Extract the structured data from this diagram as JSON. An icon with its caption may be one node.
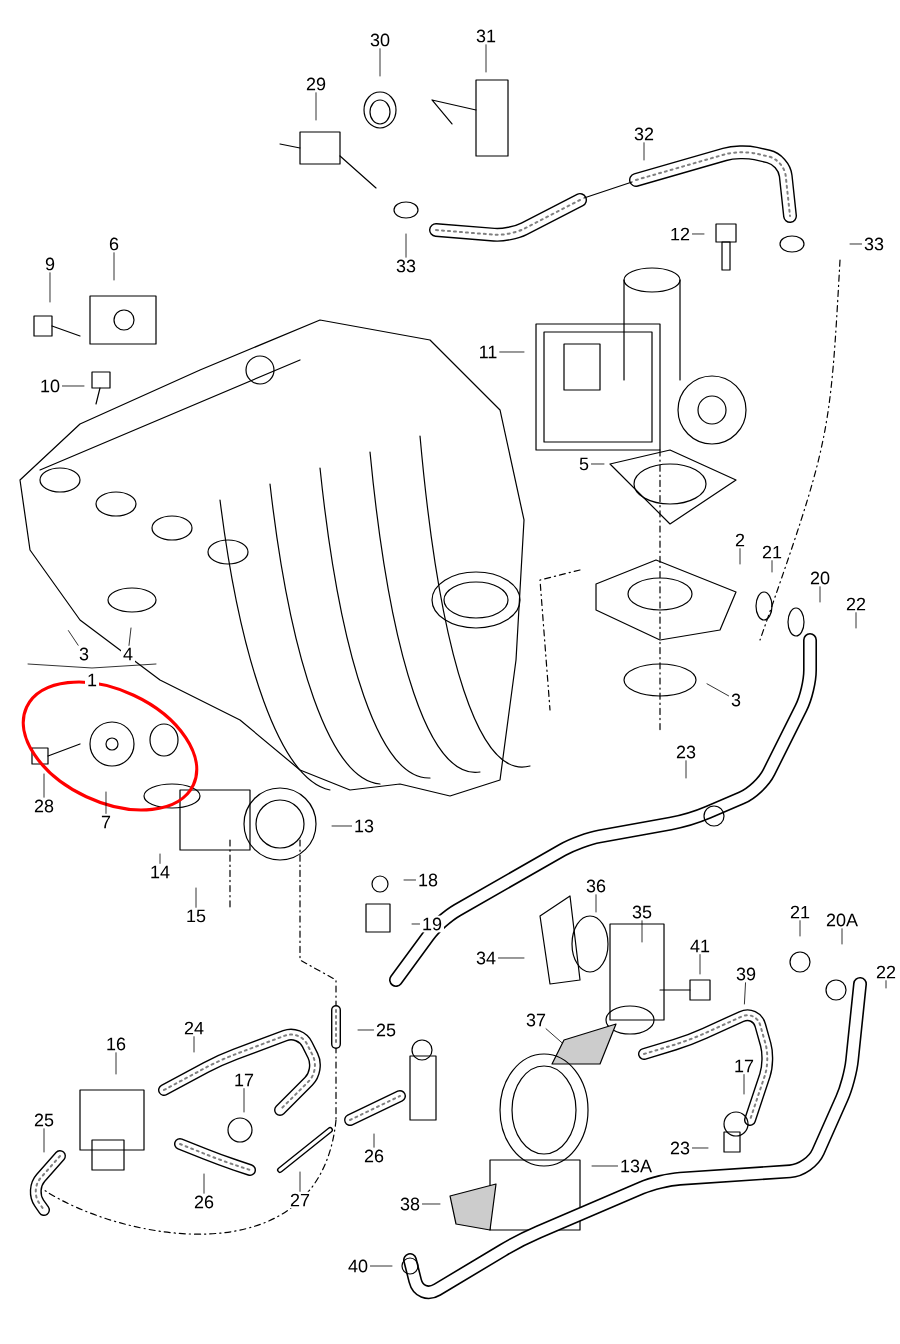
{
  "diagram": {
    "nodes": [
      {
        "text": [
          "30"
        ]
      },
      {
        "text": [
          "31"
        ]
      },
      {
        "text": [
          "29"
        ]
      },
      {
        "text": [
          "32"
        ]
      },
      {
        "text": [
          "33"
        ]
      },
      {
        "text": [
          "12"
        ]
      },
      {
        "text": [
          "33"
        ]
      },
      {
        "text": [
          "6"
        ]
      },
      {
        "text": [
          "9"
        ]
      },
      {
        "text": [
          "11"
        ]
      },
      {
        "text": [
          "10"
        ]
      },
      {
        "text": [
          "5"
        ]
      },
      {
        "text": [
          "2"
        ]
      },
      {
        "text": [
          "21"
        ]
      },
      {
        "text": [
          "20"
        ]
      },
      {
        "text": [
          "22"
        ]
      },
      {
        "text": [
          "3"
        ]
      },
      {
        "text": [
          "4"
        ]
      },
      {
        "text": [
          "3"
        ]
      },
      {
        "text": [
          "23"
        ]
      },
      {
        "text": [
          "28"
        ]
      },
      {
        "text": [
          "7"
        ]
      },
      {
        "text": [
          "14"
        ]
      },
      {
        "text": [
          "13"
        ]
      },
      {
        "text": [
          "18"
        ]
      },
      {
        "text": [
          "15"
        ]
      },
      {
        "text": [
          "19"
        ]
      },
      {
        "text": [
          "36"
        ]
      },
      {
        "text": [
          "35"
        ]
      },
      {
        "text": [
          "34"
        ]
      },
      {
        "text": [
          "41"
        ]
      },
      {
        "text": [
          "21"
        ]
      },
      {
        "text": [
          "20A"
        ]
      },
      {
        "text": [
          "22"
        ]
      },
      {
        "text": [
          "39"
        ]
      },
      {
        "text": [
          "16"
        ]
      },
      {
        "text": [
          "24"
        ]
      },
      {
        "text": [
          "17"
        ]
      },
      {
        "text": [
          "37"
        ]
      },
      {
        "text": [
          "25"
        ]
      },
      {
        "text": [
          "17"
        ]
      },
      {
        "text": [
          "25"
        ]
      },
      {
        "text": [
          "26"
        ]
      },
      {
        "text": [
          "27"
        ]
      },
      {
        "text": [
          "26"
        ]
      },
      {
        "text": [
          "13A"
        ]
      },
      {
        "text": [
          "23"
        ]
      },
      {
        "text": [
          "38"
        ]
      },
      {
        "text": [
          "40"
        ]
      }
    ],
    "edges": [
      {
        "from": 0,
        "to": null,
        "arrow": "none"
      },
      {
        "from": 1,
        "to": null,
        "arrow": "none"
      },
      {
        "from": 2,
        "to": null,
        "arrow": "none"
      },
      {
        "from": 3,
        "to": null,
        "arrow": "none"
      },
      {
        "from": 4,
        "to": null,
        "arrow": "none"
      },
      {
        "from": 5,
        "to": null,
        "arrow": "none"
      },
      {
        "from": 6,
        "to": null,
        "arrow": "none"
      },
      {
        "from": 7,
        "to": null,
        "arrow": "none"
      },
      {
        "from": 8,
        "to": null,
        "arrow": "none"
      },
      {
        "from": 9,
        "to": null,
        "arrow": "none"
      },
      {
        "from": 10,
        "to": null,
        "arrow": "none"
      },
      {
        "from": 11,
        "to": null,
        "arrow": "none"
      },
      {
        "from": 12,
        "to": null,
        "arrow": "none"
      },
      {
        "from": 13,
        "to": null,
        "arrow": "none"
      },
      {
        "from": 14,
        "to": null,
        "arrow": "none"
      },
      {
        "from": 15,
        "to": null,
        "arrow": "none"
      },
      {
        "from": 16,
        "to": null,
        "arrow": "none"
      },
      {
        "from": 17,
        "to": null,
        "arrow": "none"
      },
      {
        "from": 18,
        "to": null,
        "arrow": "none"
      },
      {
        "from": 19,
        "to": null,
        "arrow": "none"
      },
      {
        "from": 20,
        "to": null,
        "arrow": "none"
      },
      {
        "from": 21,
        "to": null,
        "arrow": "none"
      },
      {
        "from": 22,
        "to": null,
        "arrow": "none"
      },
      {
        "from": 23,
        "to": null,
        "arrow": "none"
      },
      {
        "from": 24,
        "to": null,
        "arrow": "none"
      },
      {
        "from": 25,
        "to": null,
        "arrow": "none"
      },
      {
        "from": 26,
        "to": null,
        "arrow": "none"
      },
      {
        "from": 27,
        "to": null,
        "arrow": "none"
      },
      {
        "from": 28,
        "to": null,
        "arrow": "none"
      },
      {
        "from": 29,
        "to": null,
        "arrow": "none"
      },
      {
        "from": 30,
        "to": null,
        "arrow": "none"
      },
      {
        "from": 31,
        "to": null,
        "arrow": "none"
      },
      {
        "from": 32,
        "to": null,
        "arrow": "none"
      },
      {
        "from": 33,
        "to": null,
        "arrow": "none"
      },
      {
        "from": 34,
        "to": null,
        "arrow": "none"
      },
      {
        "from": 35,
        "to": null,
        "arrow": "none"
      },
      {
        "from": 36,
        "to": null,
        "arrow": "none"
      },
      {
        "from": 37,
        "to": null,
        "arrow": "none"
      },
      {
        "from": 38,
        "to": null,
        "arrow": "none"
      },
      {
        "from": 39,
        "to": null,
        "arrow": "none"
      },
      {
        "from": 40,
        "to": null,
        "arrow": "none"
      },
      {
        "from": 41,
        "to": null,
        "arrow": "none"
      },
      {
        "from": 42,
        "to": null,
        "arrow": "none"
      },
      {
        "from": 43,
        "to": null,
        "arrow": "none"
      },
      {
        "from": 44,
        "to": null,
        "arrow": "none"
      },
      {
        "from": 45,
        "to": null,
        "arrow": "none"
      },
      {
        "from": 46,
        "to": null,
        "arrow": "none"
      },
      {
        "from": 47,
        "to": null,
        "arrow": "none"
      },
      {
        "from": 48,
        "to": null,
        "arrow": "none"
      }
    ],
    "labels": [
      "1"
    ]
  }
}
